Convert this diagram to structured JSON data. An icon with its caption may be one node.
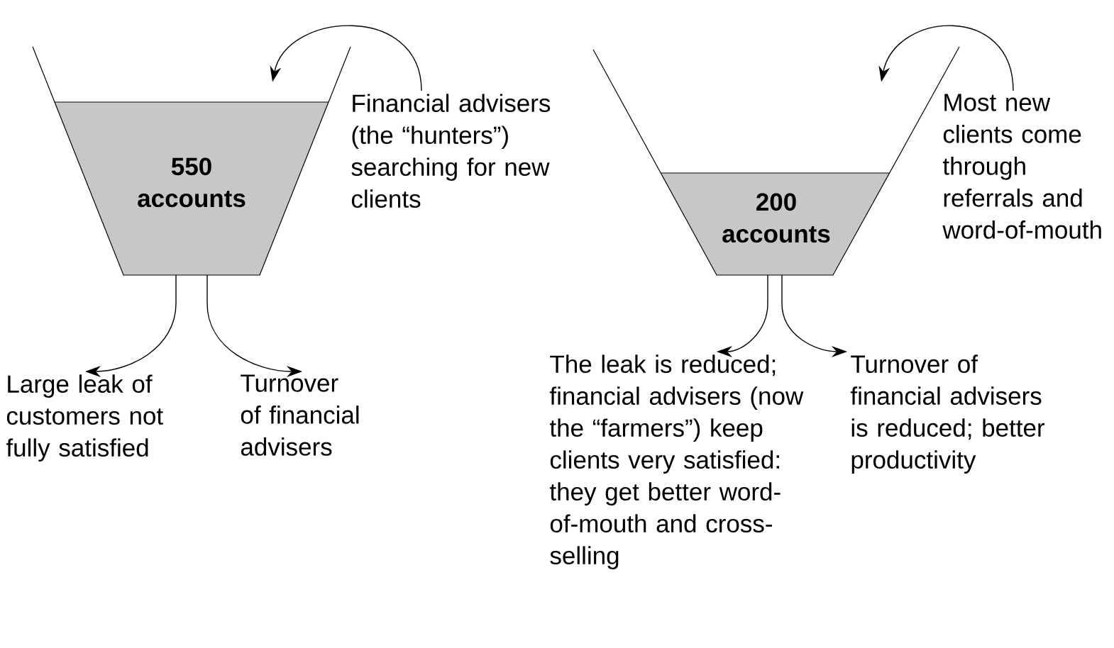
{
  "diagram": {
    "nodes": [
      {
        "text": [
          "**550** **accounts**"
        ]
      },
      {
        "text": [
          "Financial advisers (the “hunters”) searching for new clients"
        ]
      },
      {
        "text": [
          "Large leak of customers not fully satisfied"
        ]
      },
      {
        "text": [
          "Turnover of financial advisers"
        ]
      },
      {
        "text": [
          "**200** **accounts**"
        ]
      },
      {
        "text": [
          "Most new clients come through referrals and word-of-mouth"
        ]
      },
      {
        "text": [
          "The leak is reduced; financial advisers (now the “farmers”) keep clients very satisfied: they get better word-of-mouth and cross-selling"
        ]
      },
      {
        "text": [
          "Turnover of financial advisers is reduced; better productivity"
        ]
      }
    ],
    "edges": [
      {
        "from": 1,
        "to": 0,
        "arrow": "to"
      },
      {
        "from": 0,
        "to": 2,
        "arrow": "to"
      },
      {
        "from": 0,
        "to": 3,
        "arrow": "to"
      },
      {
        "from": 5,
        "to": 4,
        "arrow": "to"
      },
      {
        "from": 4,
        "to": 6,
        "arrow": "to"
      },
      {
        "from": 4,
        "to": 7,
        "arrow": "to"
      }
    ]
  }
}
